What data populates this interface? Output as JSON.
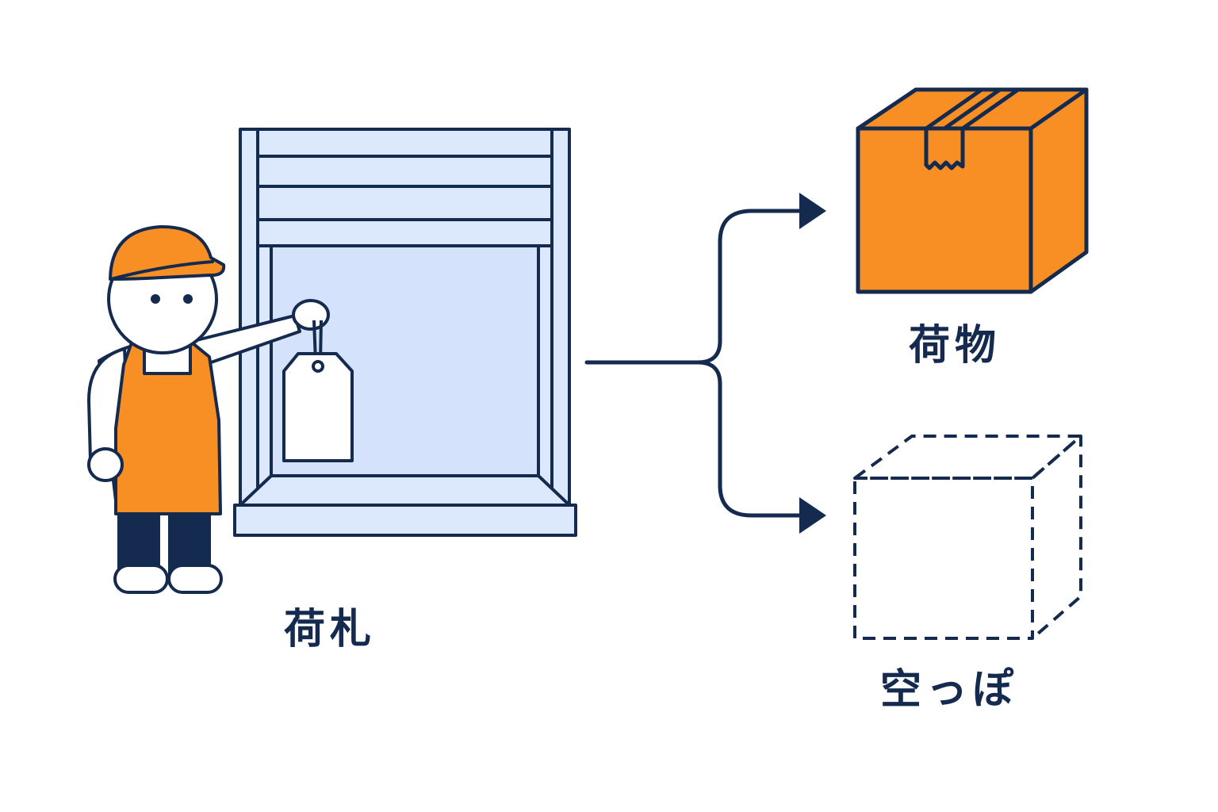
{
  "labels": {
    "tag": "荷札",
    "package": "荷物",
    "empty": "空っぽ"
  },
  "colors": {
    "outline": "#142a4e",
    "orange": "#f78f24",
    "locker_fill": "#dce8fb",
    "locker_inner": "#d4e3fb",
    "white": "#ffffff"
  },
  "icons": {
    "person": "delivery-worker-icon",
    "locker": "delivery-locker-icon",
    "tag": "luggage-tag-icon",
    "box": "cardboard-box-icon",
    "empty_box": "dashed-empty-box-icon",
    "arrow": "branching-arrow-icon"
  }
}
